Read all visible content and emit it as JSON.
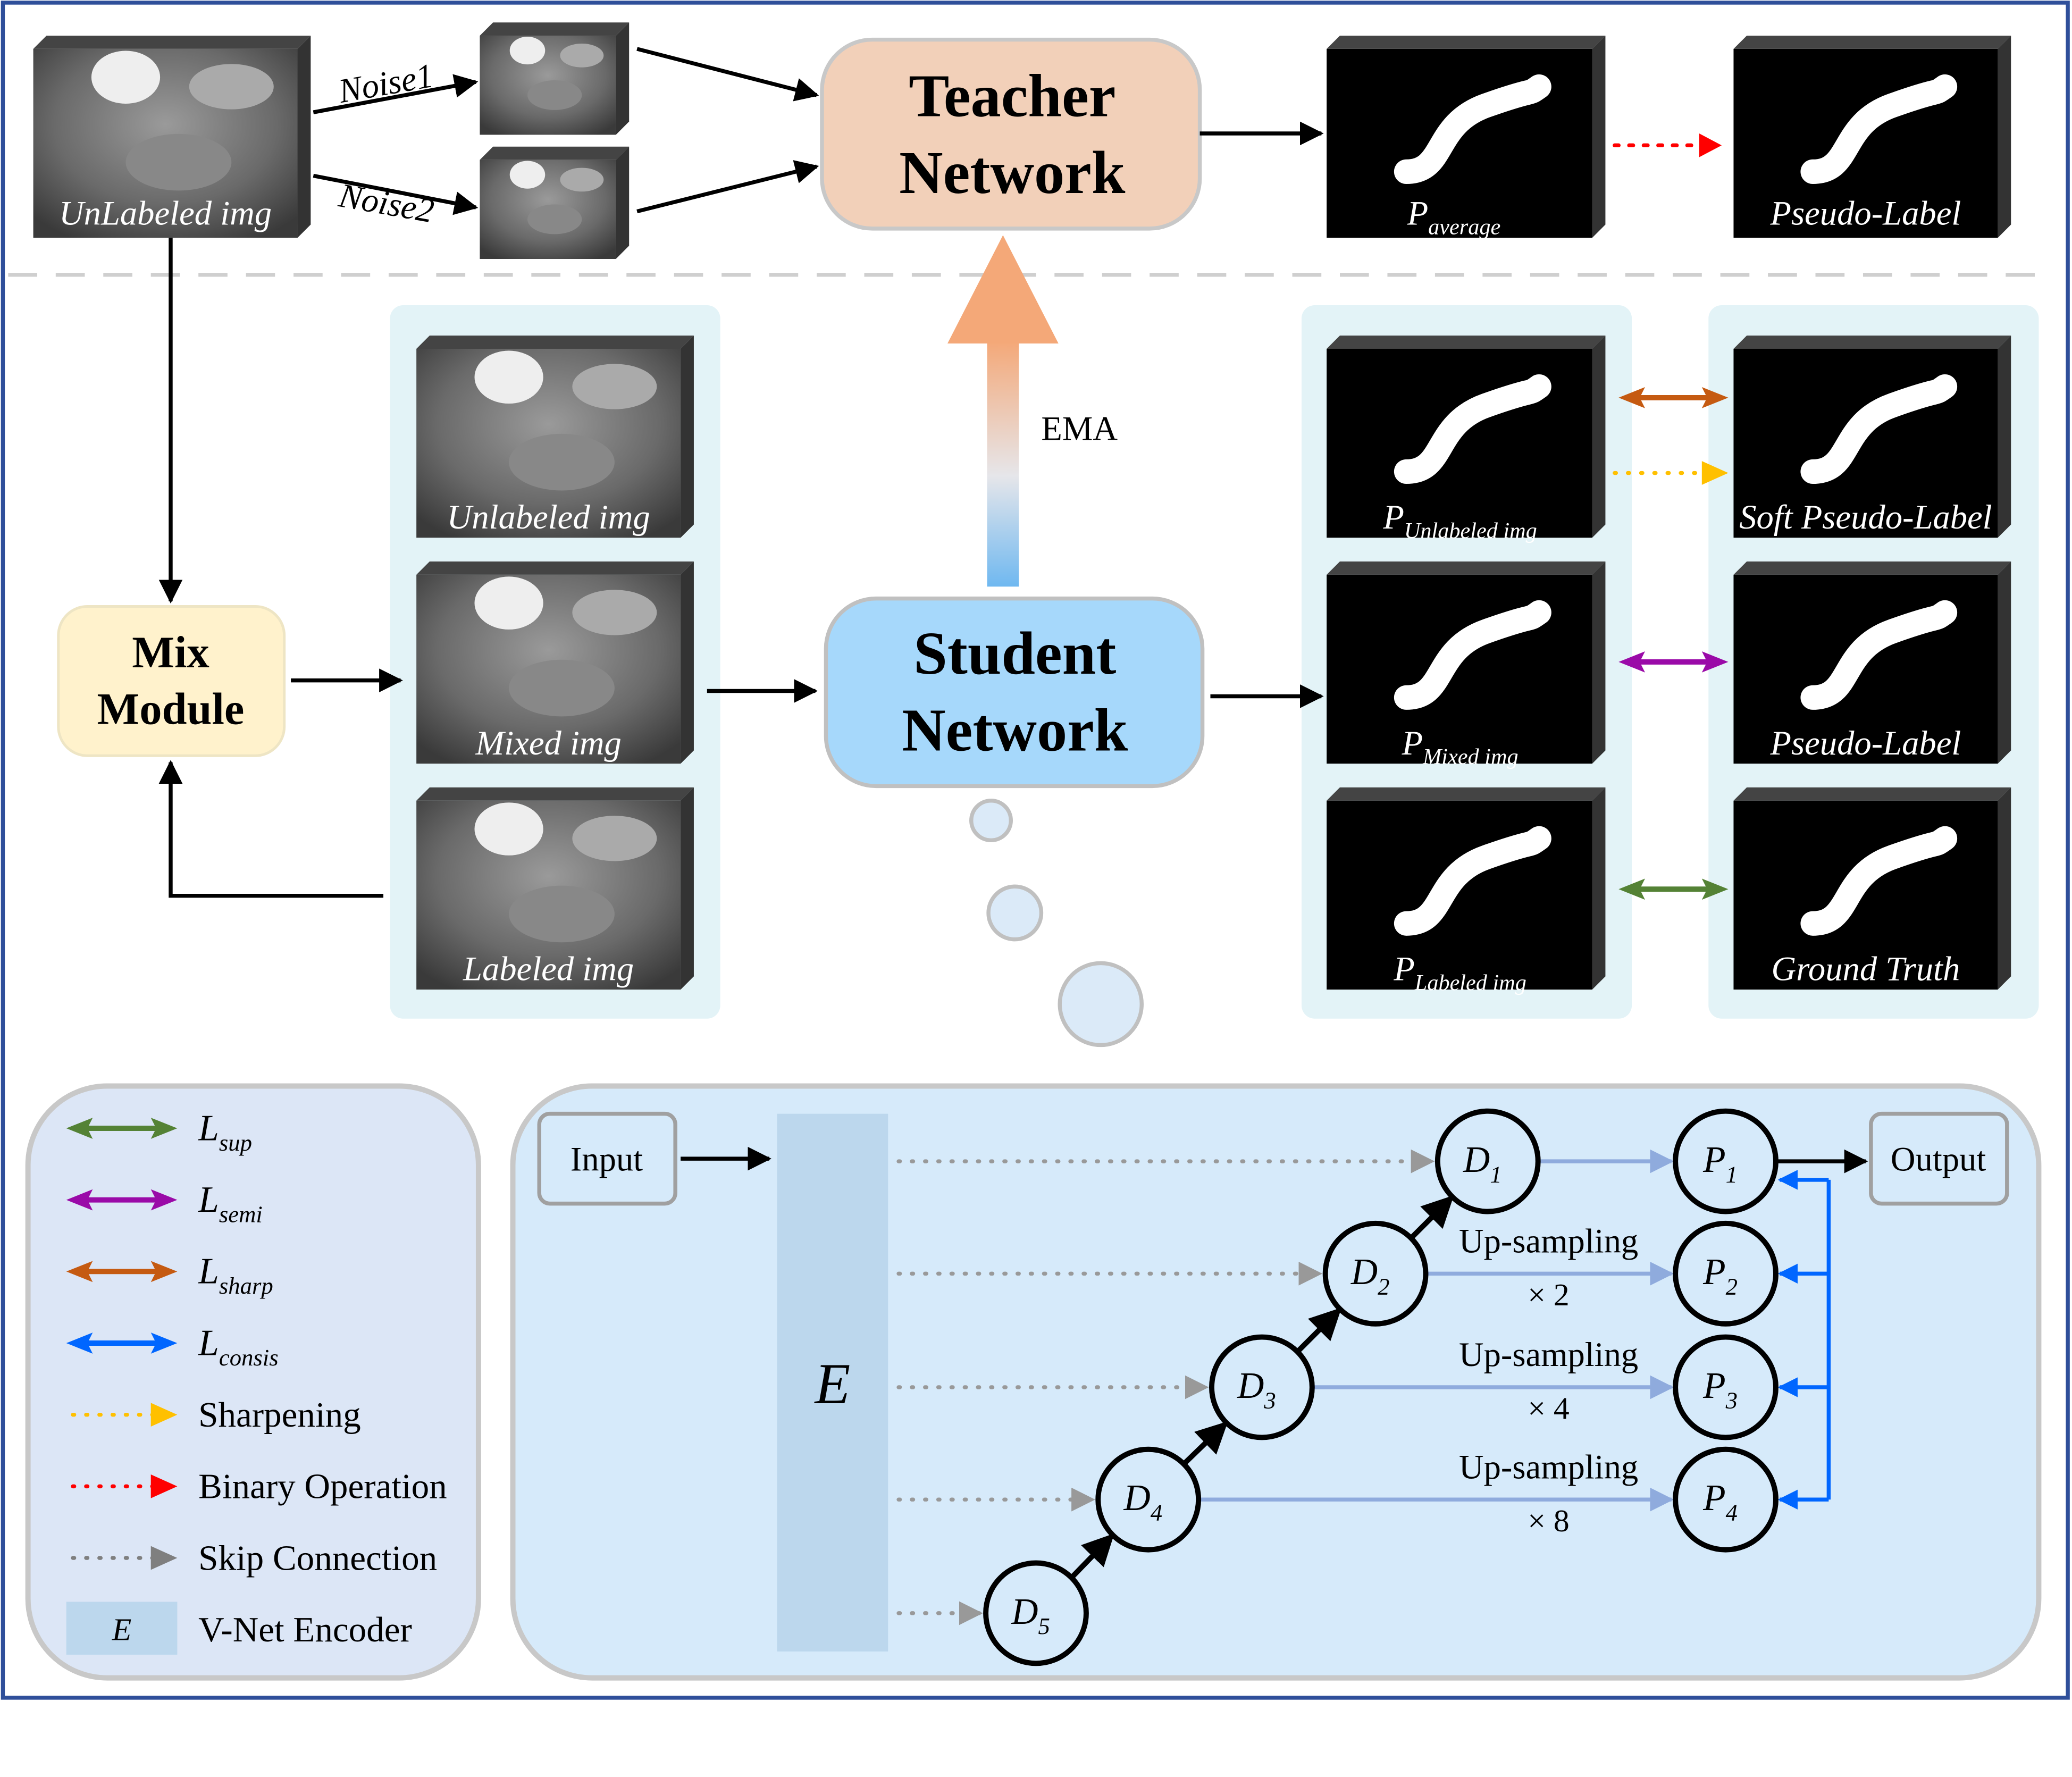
{
  "top": {
    "unlabeled_input": "UnLabeled img",
    "noise1": "Noise1",
    "noise2": "Noise2",
    "teacher_line1": "Teacher",
    "teacher_line2": "Network",
    "p_average": {
      "base": "P",
      "sub": "average"
    },
    "pseudo_label": "Pseudo-Label"
  },
  "middle": {
    "ema": "EMA",
    "mix_line1": "Mix",
    "mix_line2": "Module",
    "inputs": [
      "Unlabeled img",
      "Mixed img",
      "Labeled img"
    ],
    "student_line1": "Student",
    "student_line2": "Network",
    "predictions": [
      {
        "base": "P",
        "sub": "Unlabeled img"
      },
      {
        "base": "P",
        "sub": "Mixed img"
      },
      {
        "base": "P",
        "sub": "Labeled img"
      }
    ],
    "targets": [
      "Soft Pseudo-Label",
      "Pseudo-Label",
      "Ground Truth"
    ]
  },
  "legend": {
    "items": [
      {
        "base": "L",
        "sub": "sup",
        "color": "#548235",
        "style": "double-arrow"
      },
      {
        "base": "L",
        "sub": "semi",
        "color": "#9a0aa8",
        "style": "double-arrow"
      },
      {
        "base": "L",
        "sub": "sharp",
        "color": "#c55a11",
        "style": "double-arrow"
      },
      {
        "base": "L",
        "sub": "consis",
        "color": "#0066ff",
        "style": "double-arrow"
      },
      {
        "label": "Sharpening",
        "color": "#ffc000",
        "style": "dotted-arrow"
      },
      {
        "label": "Binary Operation",
        "color": "#ff0000",
        "style": "dotted-arrow"
      },
      {
        "label": "Skip Connection",
        "color": "#7f7f7f",
        "style": "dotted-arrow"
      },
      {
        "swatch": "E",
        "label": "V-Net Encoder",
        "color": "#bcd7ed",
        "style": "box"
      }
    ]
  },
  "decoder": {
    "input": "Input",
    "output": "Output",
    "encoder": "E",
    "decoders": [
      {
        "base": "D",
        "sub": "1"
      },
      {
        "base": "D",
        "sub": "2"
      },
      {
        "base": "D",
        "sub": "3"
      },
      {
        "base": "D",
        "sub": "4"
      },
      {
        "base": "D",
        "sub": "5"
      }
    ],
    "predictions": [
      {
        "base": "P",
        "sub": "1"
      },
      {
        "base": "P",
        "sub": "2"
      },
      {
        "base": "P",
        "sub": "3"
      },
      {
        "base": "P",
        "sub": "4"
      }
    ],
    "upsampling": [
      {
        "label": "Up-sampling",
        "factor": "× 2"
      },
      {
        "label": "Up-sampling",
        "factor": "× 4"
      },
      {
        "label": "Up-sampling",
        "factor": "× 8"
      }
    ]
  }
}
